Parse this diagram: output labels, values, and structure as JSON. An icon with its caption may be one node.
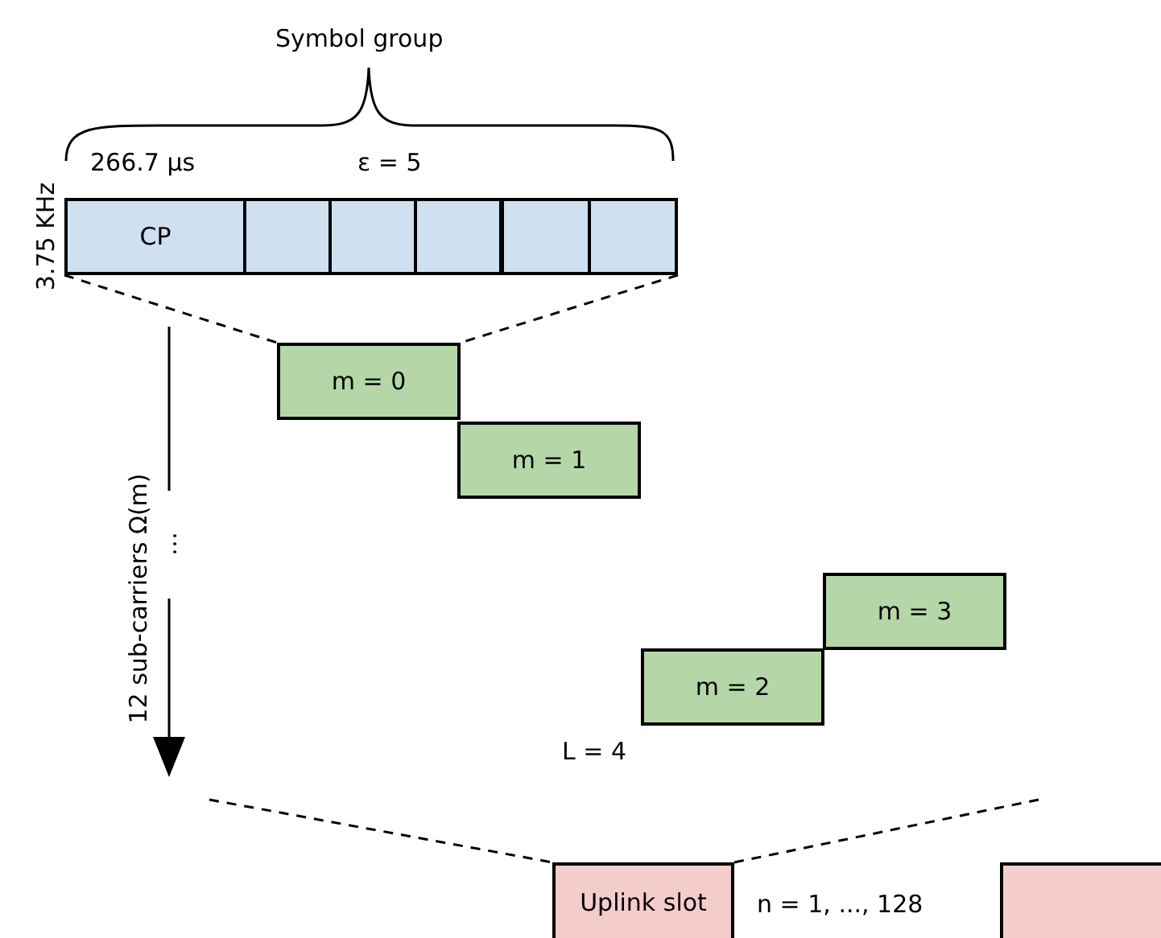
{
  "diagram": {
    "nodes": [
      {
        "text": [
          "CP"
        ]
      },
      {
        "text": [],
        "shape": "box"
      },
      {
        "text": [],
        "shape": "box"
      },
      {
        "text": [],
        "shape": "box"
      },
      {
        "text": [],
        "shape": "box"
      },
      {
        "text": [],
        "shape": "box"
      },
      {
        "text": [
          "m = 0"
        ]
      },
      {
        "text": [
          "m = 1"
        ]
      },
      {
        "text": [
          "m = 3"
        ]
      },
      {
        "text": [
          "m = 2"
        ]
      },
      {
        "text": [
          "Uplink slot"
        ]
      },
      {
        "text": [],
        "shape": "box"
      }
    ],
    "edges": [
      {
        "from": 0,
        "to": 6,
        "arrow": "none",
        "style": "dashed"
      },
      {
        "from": 5,
        "to": 6,
        "arrow": "none",
        "style": "dashed"
      },
      {
        "from": null,
        "to": 10,
        "arrow": "none",
        "style": "dashed"
      },
      {
        "from": null,
        "to": 10,
        "arrow": "none",
        "style": "dashed"
      }
    ],
    "labels": [
      "Symbol group",
      "266.7 µs",
      "ε = 5",
      "3.75 KHz",
      "12 sub-carriers Ω(m)",
      "…",
      "L = 4",
      "n = 1, ..., 128"
    ]
  }
}
